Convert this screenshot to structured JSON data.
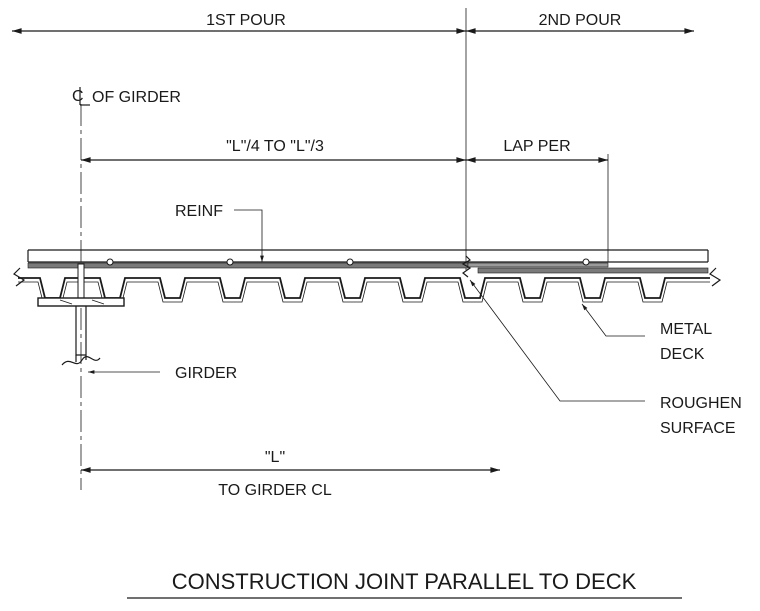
{
  "labels": {
    "first_pour": "1ST POUR",
    "second_pour": "2ND POUR",
    "cl_of_girder": "OF GIRDER",
    "l_range": "\"L\"/4 TO \"L\"/3",
    "lap_per": "LAP PER",
    "reinf": "REINF",
    "metal": "METAL",
    "deck": "DECK",
    "girder": "GIRDER",
    "roughen": "ROUGHEN",
    "surface": "SURFACE",
    "l_dim": "\"L\"",
    "to_girder_cl": "TO GIRDER CL"
  },
  "title": "CONSTRUCTION JOINT PARALLEL TO DECK"
}
